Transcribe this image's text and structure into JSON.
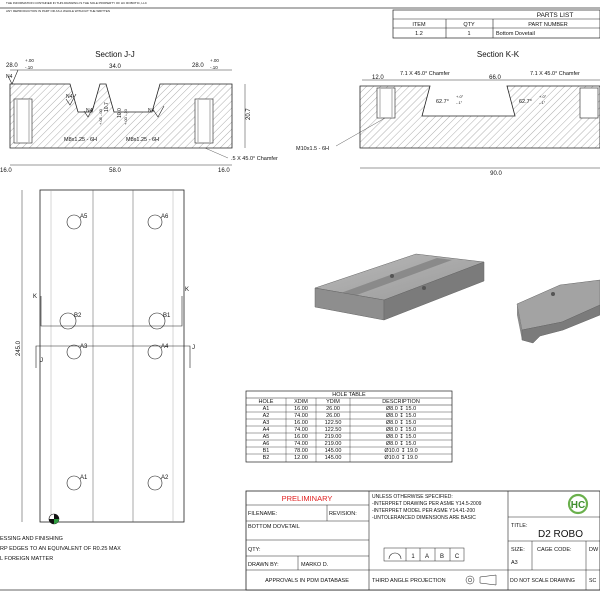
{
  "header": {
    "proprietary_line1": "THE INFORMATION CONTAINED IN THIS DRAWING IS THE SOLE PROPERTY OF HC ROBOTIC, LLC",
    "proprietary_line2": "ANY REPRODUCTION IN PART OR AS A WHOLE WITHOUT THE WRITTEN"
  },
  "parts_list": {
    "title": "PARTS LIST",
    "columns": [
      "ITEM",
      "QTY",
      "PART NUMBER"
    ],
    "rows": [
      [
        "1.2",
        "1",
        "Bottom Dovetail"
      ]
    ]
  },
  "section_jj": {
    "title": "Section J-J",
    "dims": {
      "top_left": "28.0",
      "top_left_tol_up": "+.00",
      "top_left_tol_dn": "-.10",
      "top_mid": "34.0",
      "top_right": "28.0",
      "top_right_tol_up": "+.00",
      "top_right_tol_dn": "-.10",
      "vert_a": "10.7",
      "vert_a_tol": "+.05 -.00",
      "vert_b": "10.0",
      "vert_b_tol": "+.00 -.10",
      "height": "20.7",
      "bottom_left": "16.0",
      "bottom_mid": "58.0",
      "bottom_right": "16.0"
    },
    "thread_left": "M8x1.25 - 6H",
    "thread_right": "M8x1.25 - 6H",
    "chamfer": ".5 X 45.0° Chamfer",
    "surface_marks": [
      "N4",
      "N4",
      "N4",
      "N4"
    ]
  },
  "section_kk": {
    "title": "Section K-K",
    "dims": {
      "left": "12.0",
      "mid": "66.0",
      "total": "90.0",
      "angle_left": "62.7°",
      "angle_right": "62.7°",
      "angle_tol_up": "+.0°",
      "angle_tol_dn": "-.1°"
    },
    "chamfer_left": "7.1 X 45.0° Chamfer",
    "chamfer_right": "7.1 X 45.0° Chamfer",
    "thread": "M10x1.5 - 6H"
  },
  "plan_view": {
    "holes": [
      "A5",
      "A6",
      "B2",
      "B1",
      "A3",
      "A4",
      "A1",
      "A2"
    ],
    "cut_labels": [
      "K",
      "K",
      "J",
      "J"
    ],
    "length": "245.0"
  },
  "hole_table": {
    "title": "HOLE TABLE",
    "columns": [
      "HOLE",
      "XDIM",
      "YDIM",
      "DESCRIPTION"
    ],
    "rows": [
      [
        "A1",
        "16.00",
        "26.00",
        "Ø8.0 ↧ 15.0"
      ],
      [
        "A2",
        "74.00",
        "26.00",
        "Ø8.0 ↧ 15.0"
      ],
      [
        "A3",
        "16.00",
        "122.50",
        "Ø8.0 ↧ 15.0"
      ],
      [
        "A4",
        "74.00",
        "122.50",
        "Ø8.0 ↧ 15.0"
      ],
      [
        "A5",
        "16.00",
        "219.00",
        "Ø8.0 ↧ 15.0"
      ],
      [
        "A6",
        "74.00",
        "219.00",
        "Ø8.0 ↧ 15.0"
      ],
      [
        "B1",
        "78.00",
        "145.00",
        "Ø10.0 ↧ 19.0"
      ],
      [
        "B2",
        "12.00",
        "145.00",
        "Ø10.0 ↧ 19.0"
      ]
    ]
  },
  "notes": {
    "line1": "ESSING AND FINISHING",
    "line2": "RP EDGES TO AN  EQUIVALENT OF R0.25 MAX",
    "line3": "L FOREIGN MATTER"
  },
  "title_block": {
    "status": "PRELIMINARY",
    "filename_label": "FILENAME:",
    "revision_label": "REVISION:",
    "filename_value": "BOTTOM DOVETAIL",
    "qty_label": "QTY:",
    "drawn_by_label": "DRAWN BY:",
    "drawn_by_value": "MARKO D.",
    "approvals": "APPROVALS IN PDM DATABASE",
    "spec_line1": "UNLESS OTHERWISE SPECIFIED:",
    "spec_line2": "-INTERPRET DRAWING PER ASME Y14.5-2009",
    "spec_line3": "-INTERPRET MODEL PER ASME Y14.41-200",
    "spec_line4": "-UNTOLERANCED DIMENSIONS ARE BASIC",
    "tolerance_cells": [
      "1",
      "A",
      "B",
      "C"
    ],
    "projection": "THIRD ANGLE PROJECTION",
    "no_scale": "DO NOT SCALE DRAWING",
    "scale_label": "SC",
    "title_label": "TITLE:",
    "title_value": "D2 ROBO",
    "size_label": "SIZE:",
    "size_value": "A3",
    "cage_label": "CAGE CODE:",
    "dwg_label": "DW",
    "logo_text": "HC"
  }
}
